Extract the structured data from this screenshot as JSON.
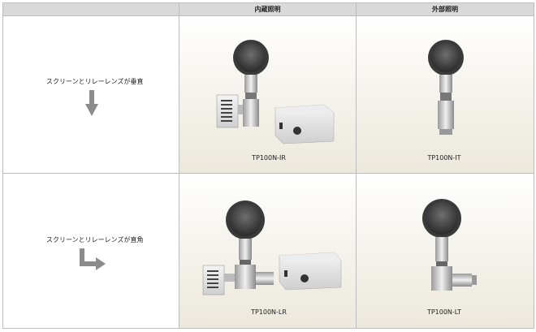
{
  "header": {
    "col_empty": "",
    "col_internal": "内蔵照明",
    "col_external": "外部照明"
  },
  "rows": [
    {
      "description": "スクリーンとリレーレンズが垂直",
      "arrow_icon": "arrow-down-icon",
      "internal_model": "TP100N-IR",
      "external_model": "TP100N-IT"
    },
    {
      "description": "スクリーンとリレーレンズが直角",
      "arrow_icon": "arrow-down-right-icon",
      "internal_model": "TP100N-LR",
      "external_model": "TP100N-LT"
    }
  ],
  "colors": {
    "header_bg": "#d9d9d9",
    "border": "#bdbdbd",
    "arrow": "#8c8c8c"
  }
}
